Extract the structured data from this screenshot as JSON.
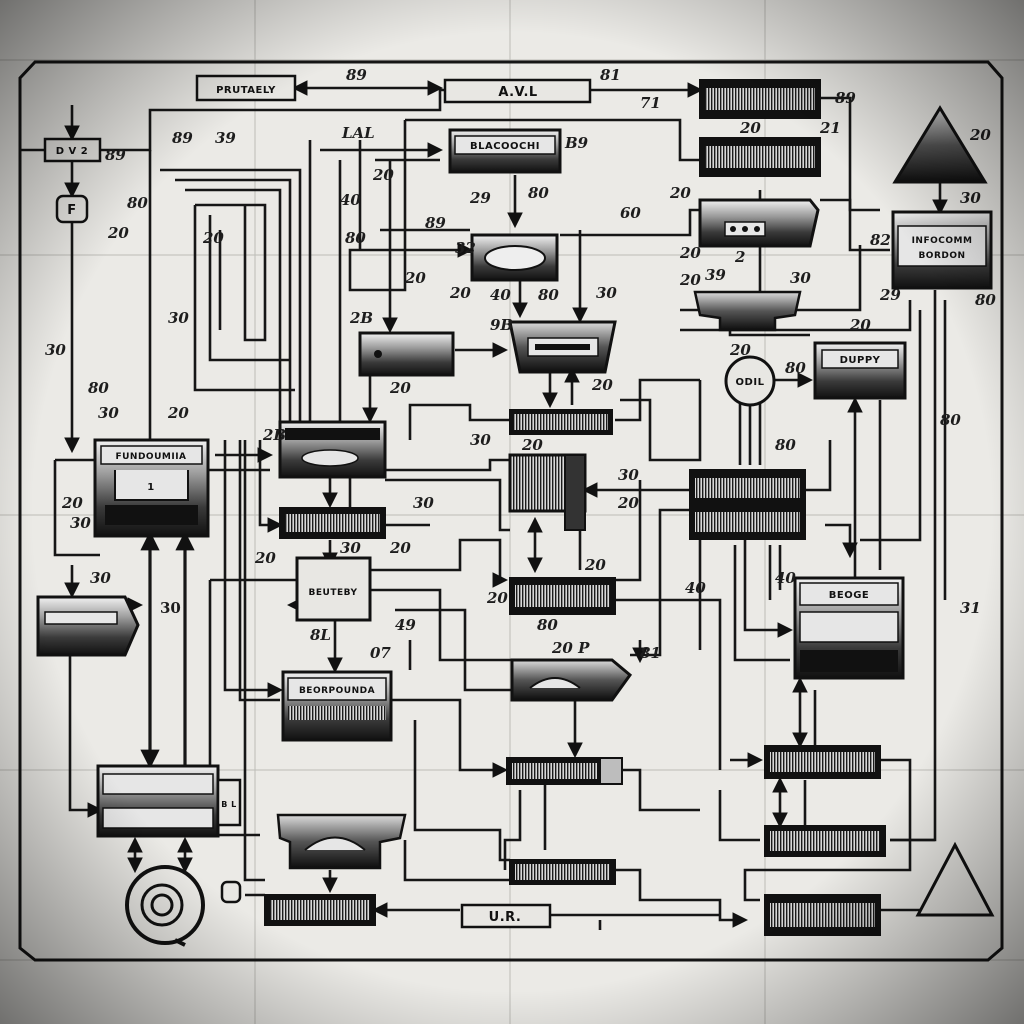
{
  "boxes": {
    "prutaely": "PRUTAELY",
    "avl": "A.V.L",
    "dv2": "D V 2",
    "f": "F",
    "blackpower_top": "BLACOOCHI",
    "infocomm": "INFOCOMM\nBORDON",
    "duppy": "DUPPY",
    "odil": "ODIL",
    "fundoumiia": "FUNDOUMIIA",
    "fundoumiia_sub": "1",
    "beuteby": "BEUTEBY",
    "beoge": "BEOGE",
    "beorpounda": "BEORPOUNDA",
    "bl": "B L",
    "ur": "U.R."
  },
  "labels": [
    "89",
    "81",
    "71",
    "89",
    "20",
    "89",
    "39",
    "LAL",
    "B9",
    "20",
    "21",
    "89",
    "20",
    "20",
    "29",
    "80",
    "30",
    "80",
    "40",
    "60",
    "89",
    "80",
    "32",
    "20",
    "20",
    "20",
    "2",
    "82",
    "20",
    "20",
    "40",
    "80",
    "30",
    "20",
    "39",
    "30",
    "29",
    "80",
    "30",
    "2B",
    "9B",
    "20",
    "20",
    "30",
    "80",
    "80",
    "20",
    "20",
    "30",
    "20",
    "2B",
    "30",
    "20",
    "80",
    "80",
    "30",
    "20",
    "30",
    "20",
    "30",
    "30",
    "20",
    "20",
    "20",
    "40",
    "30",
    "40",
    "31",
    "30",
    "20",
    "49",
    "80",
    "8L",
    "07",
    "20 P",
    "81"
  ]
}
